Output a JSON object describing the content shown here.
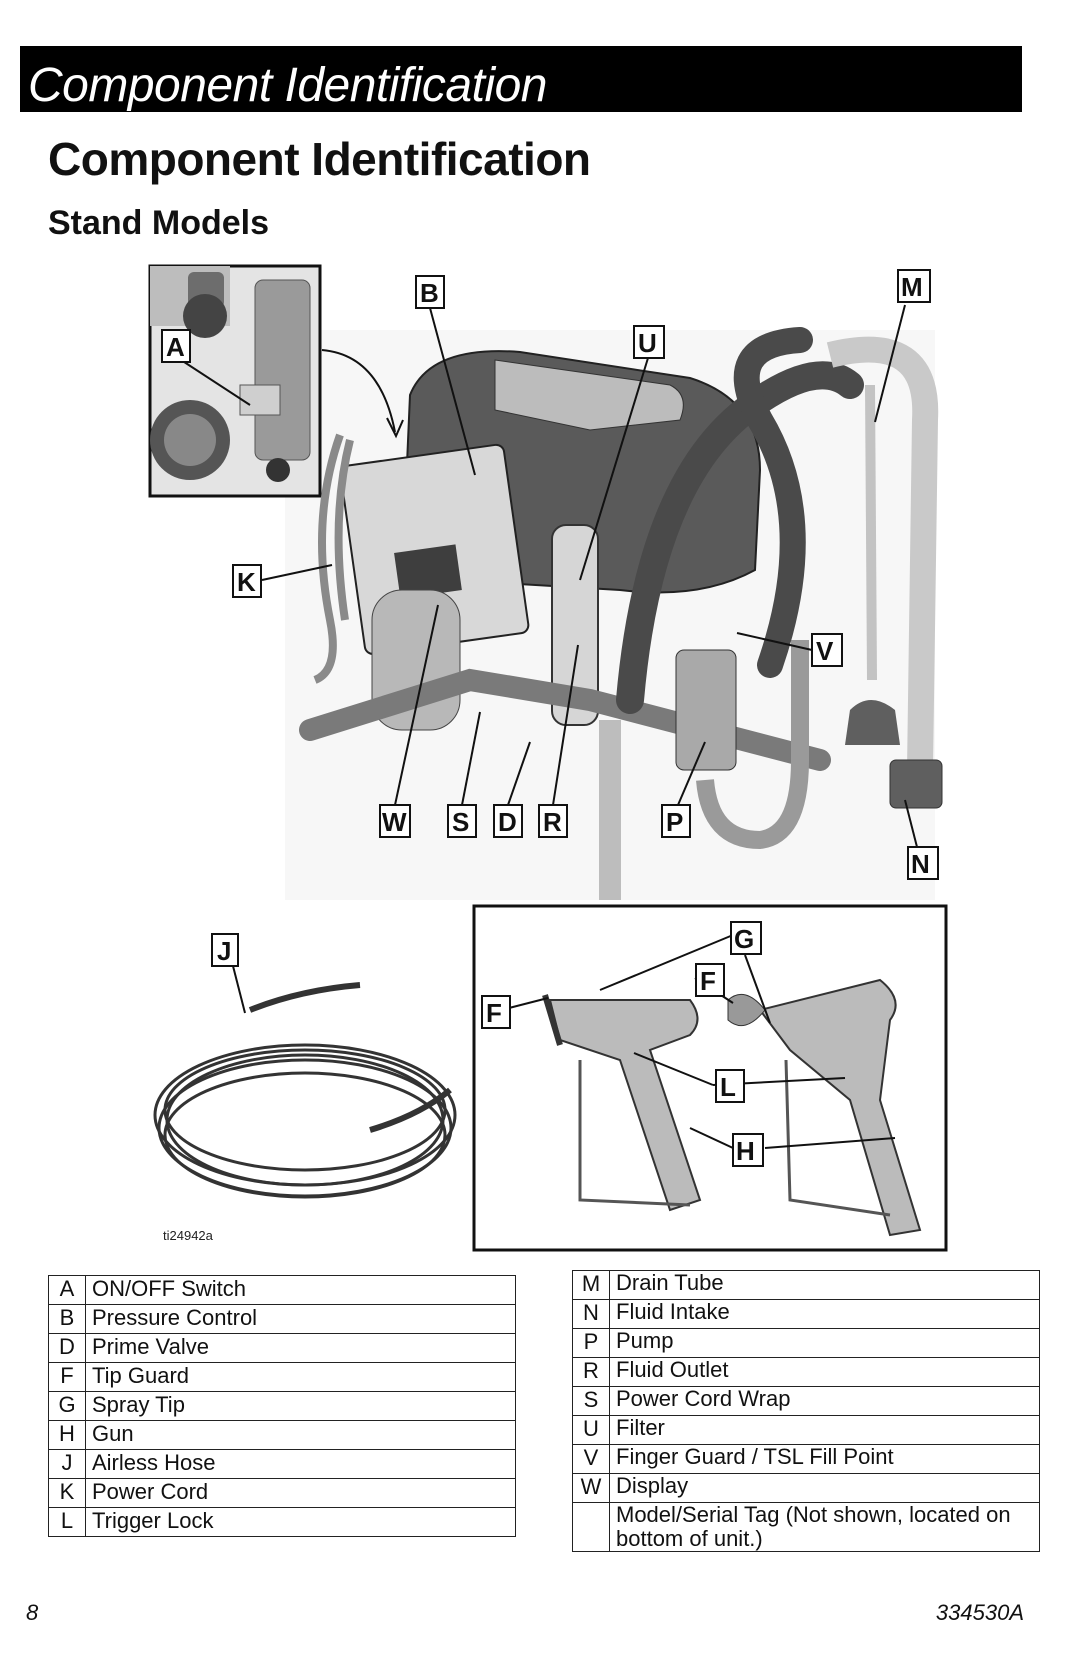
{
  "header": {
    "banner_title": "Component Identification"
  },
  "page": {
    "title": "Component Identification",
    "subtitle": "Stand Models"
  },
  "figure": {
    "callouts": [
      "A",
      "B",
      "U",
      "M",
      "K",
      "V",
      "W",
      "S",
      "D",
      "R",
      "P",
      "N",
      "J",
      "G",
      "F",
      "F",
      "L",
      "H"
    ],
    "image_code": "ti24942a"
  },
  "legend_left": [
    {
      "key": "A",
      "label": "ON/OFF Switch"
    },
    {
      "key": "B",
      "label": "Pressure Control"
    },
    {
      "key": "D",
      "label": "Prime Valve"
    },
    {
      "key": "F",
      "label": "Tip Guard"
    },
    {
      "key": "G",
      "label": "Spray Tip"
    },
    {
      "key": "H",
      "label": "Gun"
    },
    {
      "key": "J",
      "label": "Airless Hose"
    },
    {
      "key": "K",
      "label": "Power Cord"
    },
    {
      "key": "L",
      "label": "Trigger Lock"
    }
  ],
  "legend_right": [
    {
      "key": "M",
      "label": "Drain Tube"
    },
    {
      "key": "N",
      "label": "Fluid Intake"
    },
    {
      "key": "P",
      "label": "Pump"
    },
    {
      "key": "R",
      "label": "Fluid Outlet"
    },
    {
      "key": "S",
      "label": "Power Cord Wrap"
    },
    {
      "key": "U",
      "label": "Filter"
    },
    {
      "key": "V",
      "label": "Finger Guard / TSL Fill Point"
    },
    {
      "key": "W",
      "label": "Display"
    },
    {
      "key": "",
      "label": "Model/Serial Tag (Not shown, located on bottom of unit.)"
    }
  ],
  "footer": {
    "page_number": "8",
    "doc_number": "334530A"
  }
}
